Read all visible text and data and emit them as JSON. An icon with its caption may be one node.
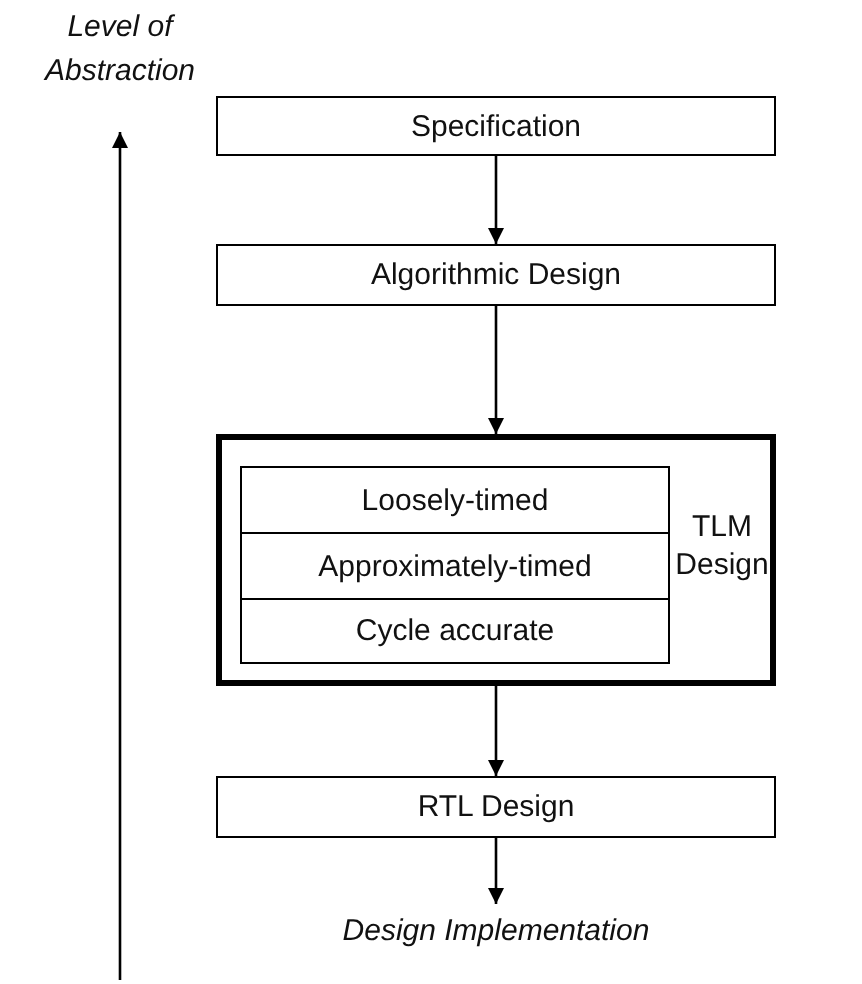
{
  "diagram": {
    "nodes": [
      {
        "text": [
          "Specification"
        ]
      },
      {
        "text": [
          "Algorithmic Design"
        ]
      },
      {
        "text": [
          "TLM Design"
        ]
      },
      {
        "text": [
          "Loosely-timed"
        ],
        "in": 2
      },
      {
        "text": [
          "Approximately-timed"
        ],
        "in": 2
      },
      {
        "text": [
          "Cycle accurate"
        ],
        "in": 2
      },
      {
        "text": [
          "RTL Design"
        ]
      },
      {
        "text": [
          "Design Implementation"
        ]
      }
    ],
    "edges": [
      {
        "from": 0,
        "to": 1,
        "arrow": "to"
      },
      {
        "from": 1,
        "to": 2,
        "arrow": "to"
      },
      {
        "from": 2,
        "to": 6,
        "arrow": "to"
      },
      {
        "from": 6,
        "to": 7,
        "arrow": "to"
      }
    ],
    "labels": [
      "Level of Abstraction"
    ]
  }
}
